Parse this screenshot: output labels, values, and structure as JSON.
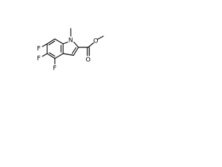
{
  "molecule": {
    "atoms": {
      "f_top": "F",
      "f_mid": "F",
      "f_bottom": "F",
      "n_ring": "N",
      "o_carbonyl": "O",
      "o_ester": "O"
    },
    "colors": {
      "bond": "#000000",
      "label": "#000000",
      "background": "#ffffff"
    }
  }
}
